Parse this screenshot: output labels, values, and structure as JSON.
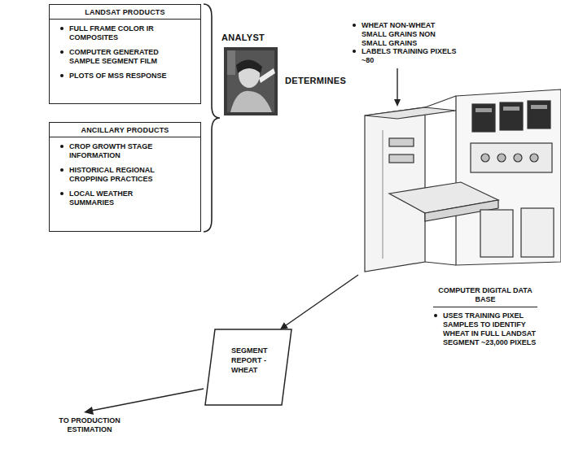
{
  "diagram": {
    "nodes": [
      {
        "text": [
          "LANDSAT PRODUCTS",
          "FULL FRAME COLOR IR COMPOSITES",
          "COMPUTER GENERATED SAMPLE SEGMENT FILM",
          "PLOTS OF MSS RESPONSE"
        ]
      },
      {
        "text": [
          "ANCILLARY PRODUCTS",
          "CROP GROWTH STAGE INFORMATION",
          "HISTORICAL REGIONAL CROPPING PRACTICES",
          "LOCAL WEATHER SUMMARIES"
        ]
      },
      {
        "text": [
          "ANALYST"
        ]
      },
      {
        "text": [
          "COMPUTER DIGITAL DATA BASE",
          "USES TRAINING PIXEL SAMPLES TO IDENTIFY WHEAT IN FULL LANDSAT SEGMENT ~23,000 PIXELS"
        ]
      },
      {
        "text": [
          "SEGMENT REPORT - WHEAT"
        ]
      }
    ],
    "edges": [
      {
        "from": 3,
        "to": 4,
        "arrow": "to"
      }
    ],
    "labels": [
      "DETERMINES",
      "WHEAT NON-WHEAT SMALL GRAINS NON SMALL GRAINS",
      "LABELS TRAINING PIXELS ~80",
      "TO PRODUCTION ESTIMATION"
    ]
  }
}
